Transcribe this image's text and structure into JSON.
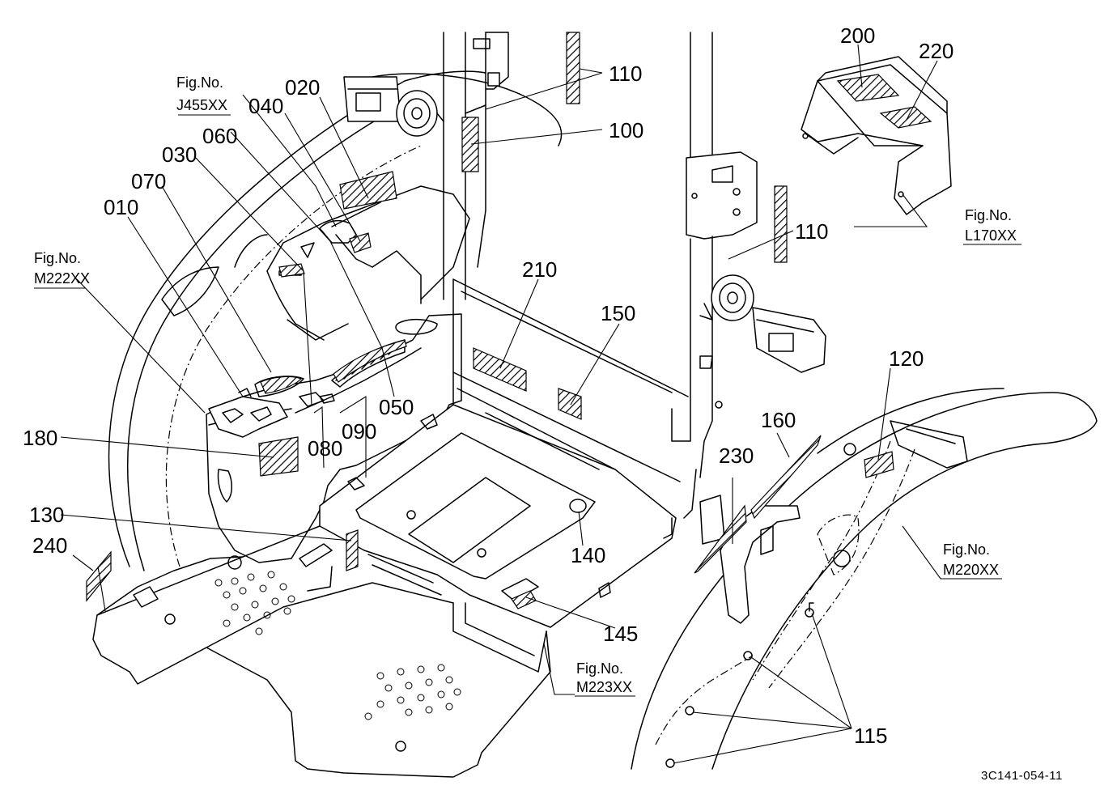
{
  "callouts": {
    "c010": "010",
    "c020": "020",
    "c030": "030",
    "c040": "040",
    "c050": "050",
    "c060": "060",
    "c070": "070",
    "c080": "080",
    "c090": "090",
    "c100": "100",
    "c110a": "110",
    "c110b": "110",
    "c115": "115",
    "c120": "120",
    "c130": "130",
    "c140": "140",
    "c145": "145",
    "c150": "150",
    "c160": "160",
    "c180": "180",
    "c200": "200",
    "c210": "210",
    "c220": "220",
    "c230": "230",
    "c240": "240"
  },
  "fig_refs": {
    "j455": {
      "label": "Fig.No.",
      "code": "J455XX"
    },
    "m222": {
      "label": "Fig.No.",
      "code": "M222XX"
    },
    "l170": {
      "label": "Fig.No.",
      "code": "L170XX"
    },
    "m220": {
      "label": "Fig.No.",
      "code": "M220XX"
    },
    "m223": {
      "label": "Fig.No.",
      "code": "M223XX"
    }
  },
  "drawing_code": "3C141-054-11",
  "colors": {
    "line": "#000000",
    "paper": "#ffffff"
  }
}
